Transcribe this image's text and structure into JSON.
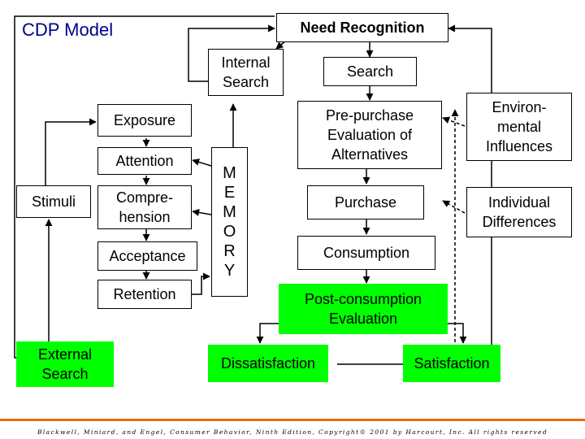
{
  "title": "CDP Model",
  "nodes": {
    "need_recognition": "Need Recognition",
    "internal_search": "Internal\nSearch",
    "search": "Search",
    "exposure": "Exposure",
    "attention": "Attention",
    "comprehension": "Compre-\nhension",
    "acceptance": "Acceptance",
    "retention": "Retention",
    "stimuli": "Stimuli",
    "external_search": "External\nSearch",
    "prepurchase_evaluation": "Pre-purchase\nEvaluation of\nAlternatives",
    "purchase": "Purchase",
    "consumption": "Consumption",
    "postconsumption_evaluation": "Post-consumption\nEvaluation",
    "dissatisfaction": "Dissatisfaction",
    "satisfaction": "Satisfaction",
    "environmental_influences": "Environ-\nmental\nInfluences",
    "individual_differences": "Individual\nDifferences"
  },
  "memory_letters": [
    "M",
    "E",
    "M",
    "O",
    "R",
    "Y"
  ],
  "footer": "Blackwell, Miniard, and Engel, Consumer Behavior, Ninth Edition, Copyright© 2001 by Harcourt, Inc. All rights reserved",
  "colors": {
    "accent_green": "#00ff00",
    "title_blue": "#00008b",
    "footer_rule": "#e8700a",
    "line": "#000000"
  }
}
